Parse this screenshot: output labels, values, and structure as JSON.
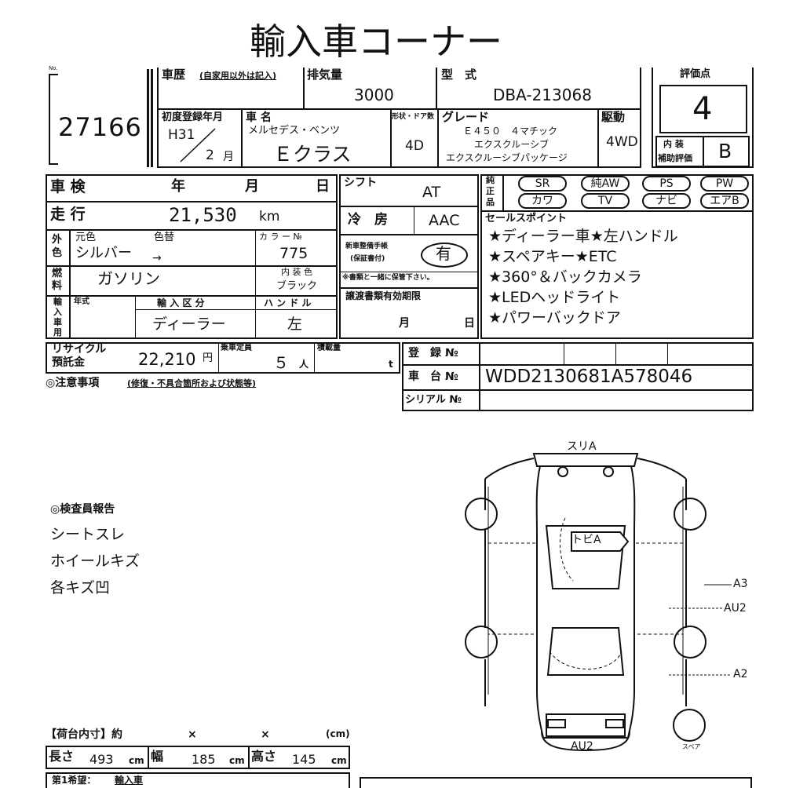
{
  "header": {
    "title": "輸入車コーナー"
  },
  "lot": {
    "label": "No.",
    "number": "27166"
  },
  "history": {
    "label": "車歴",
    "note": "(自家用以外は記入)"
  },
  "displacement": {
    "label": "排気量",
    "value": "3000"
  },
  "model": {
    "label": "型　式",
    "value": "DBA-213068"
  },
  "score": {
    "label": "評価点",
    "value": "4",
    "interior_label1": "内 装",
    "interior_label2": "補助評価",
    "interior_value": "B"
  },
  "first_reg": {
    "label": "初度登録年月",
    "era": "H31",
    "month": "2",
    "month_unit": "月"
  },
  "car_name": {
    "label": "車 名",
    "maker": "メルセデス・ベンツ",
    "value": "Ｅクラス"
  },
  "body": {
    "label": "形状・ドア数",
    "value": "4D"
  },
  "grade": {
    "label": "グレード",
    "line1": "Ｅ４５０　４マチック",
    "line2": "エクスクルーシブ",
    "line3": "エクスクルーシブパッケージ"
  },
  "drive": {
    "label": "駆動",
    "value": "4WD"
  },
  "inspection": {
    "label": "車 検",
    "year": "年",
    "month": "月",
    "day": "日"
  },
  "shift": {
    "label": "シフト",
    "value": "AT"
  },
  "mileage": {
    "label": "走 行",
    "value": "21,530",
    "unit": "km"
  },
  "aircon": {
    "label": "冷　房",
    "value": "AAC"
  },
  "color": {
    "side1": "外",
    "side2": "色",
    "orig_label": "元色",
    "change_label": "色替",
    "value": "シルバー",
    "arrow": "→",
    "code_label": "カ ラ ー №",
    "code": "775"
  },
  "warranty": {
    "label1": "新車整備手帳",
    "label2": "(保証書付)",
    "value": "有",
    "note": "※書類と一緒に保管下さい。"
  },
  "fuel": {
    "side1": "燃",
    "side2": "料",
    "value": "ガソリン",
    "interior_color_label": "内 装 色",
    "interior_color": "ブラック"
  },
  "import": {
    "side": [
      "輸",
      "入",
      "車",
      "用"
    ],
    "year_label": "年式",
    "type_label": "輸 入 区 分",
    "type_value": "ディーラー",
    "handle_label": "ハ ン ド ル",
    "handle_value": "左"
  },
  "transfer": {
    "label": "譲渡書類有効期限",
    "month": "月",
    "day": "日"
  },
  "equipment": {
    "side1": "純",
    "side2": "正",
    "side3": "品",
    "items": [
      "SR",
      "純AW",
      "PS",
      "PW",
      "カワ",
      "TV",
      "ナビ",
      "エアB"
    ]
  },
  "sales": {
    "label": "セールスポイント",
    "points": [
      "★ディーラー車★左ハンドル",
      "★スペアキー★ETC",
      "★360°＆バックカメラ",
      "★LEDヘッドライト",
      "★パワーバックドア"
    ]
  },
  "recycle": {
    "label1": "リサイクル",
    "label2": "預託金",
    "value": "22,210",
    "unit": "円"
  },
  "capacity": {
    "label": "乗車定員",
    "value": "５",
    "unit": "人"
  },
  "load": {
    "label": "積載量",
    "unit": "t"
  },
  "registration": {
    "reg_label": "登　録 №",
    "chassis_label": "車　台 №",
    "chassis_value": "WDD2130681A578046",
    "serial_label": "シリアル №"
  },
  "notes": {
    "label": "◎注意事項",
    "sub": "(修復・不具合箇所および状態等)"
  },
  "report": {
    "label": "◎検査員報告",
    "lines": [
      "シートスレ",
      "ホイールキズ",
      "各キズ凹"
    ]
  },
  "diagram": {
    "top": "スリA",
    "roof": "トビA",
    "right1": "A3",
    "right2": "AU2",
    "right3": "A2",
    "bottom": "AU2",
    "spare": "スペア"
  },
  "cargo": {
    "label": "【荷台内寸】約",
    "x1": "×",
    "x2": "×",
    "unit": "(cm)",
    "len_label": "長さ",
    "len": "493",
    "wid_label": "幅",
    "wid": "185",
    "hei_label": "高さ",
    "hei": "145",
    "cm": "cm"
  },
  "owner": {
    "label": "第1希望：",
    "value": "輸入車"
  }
}
